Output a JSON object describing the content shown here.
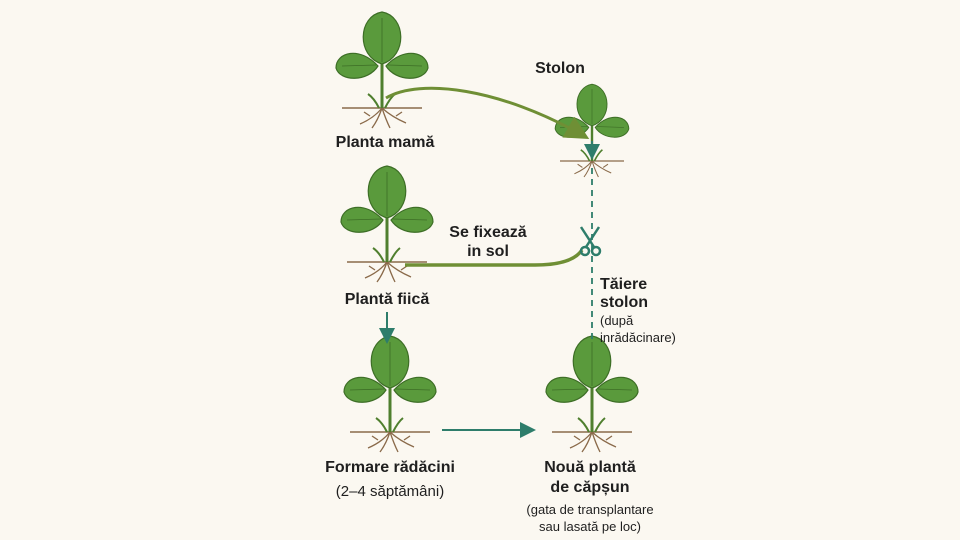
{
  "colors": {
    "background": "#fbf8f1",
    "leaf": "#5a9a3c",
    "stolon": "#6f8f35",
    "arrow": "#2e7d6b",
    "soil": "#8a6a4a"
  },
  "labels": {
    "mother": "Planta mamă",
    "stolon": "Stolon",
    "fix_line1": "Se fixează",
    "fix_line2": "in sol",
    "cut_line1": "Tăiere",
    "cut_line2": "stolon",
    "cut_note1": "(după",
    "cut_note2": "inrădăcinare)",
    "daughter": "Plantă fiică",
    "roots": "Formare rădăcini",
    "roots_note": "(2–4 săptămâni)",
    "new_line1": "Nouă plantă",
    "new_line2": "de căpșun",
    "new_note1": "(gata de transplantare",
    "new_note2": "sau lasată pe loc)"
  },
  "icons": [
    "strawberry-plant-icon",
    "scissors-icon",
    "arrow-icon"
  ]
}
